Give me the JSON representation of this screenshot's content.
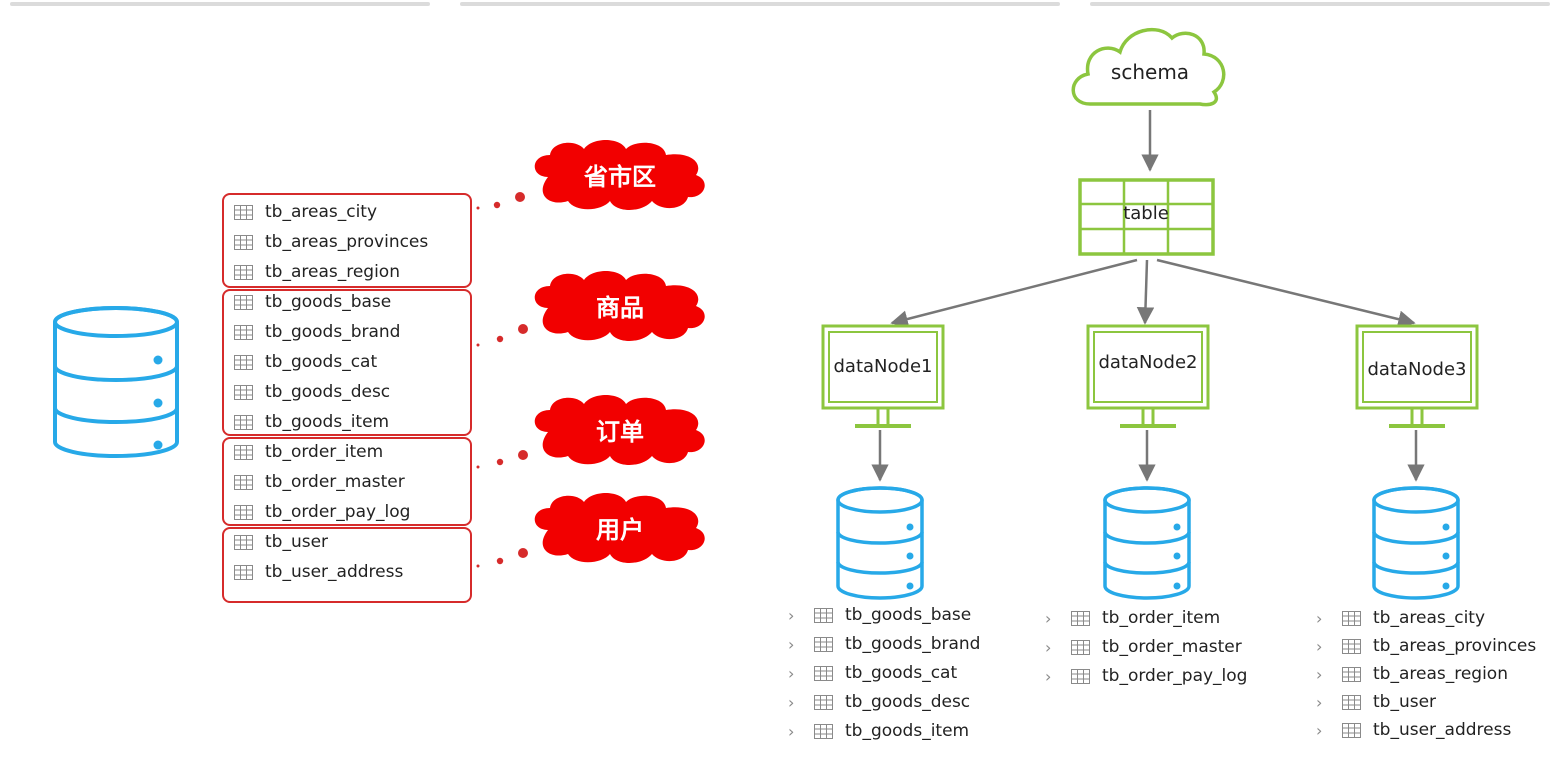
{
  "colors": {
    "group_border": "#d62b2b",
    "cloud_red": "#f20000",
    "db_blue": "#27a9e8",
    "green": "#8cc63f",
    "arrow_gray": "#777777"
  },
  "source_db": {
    "icon": "database-icon",
    "groups": [
      {
        "label": "省市区",
        "tables": [
          "tb_areas_city",
          "tb_areas_provinces",
          "tb_areas_region"
        ]
      },
      {
        "label": "商品",
        "tables": [
          "tb_goods_base",
          "tb_goods_brand",
          "tb_goods_cat",
          "tb_goods_desc",
          "tb_goods_item"
        ]
      },
      {
        "label": "订单",
        "tables": [
          "tb_order_item",
          "tb_order_master",
          "tb_order_pay_log"
        ]
      },
      {
        "label": "用户",
        "tables": [
          "tb_user",
          "tb_user_address"
        ]
      }
    ]
  },
  "schema_tree": {
    "schema_label": "schema",
    "table_label": "table",
    "nodes": [
      {
        "label": "dataNode1",
        "tables": [
          "tb_goods_base",
          "tb_goods_brand",
          "tb_goods_cat",
          "tb_goods_desc",
          "tb_goods_item"
        ]
      },
      {
        "label": "dataNode2",
        "tables": [
          "tb_order_item",
          "tb_order_master",
          "tb_order_pay_log"
        ]
      },
      {
        "label": "dataNode3",
        "tables": [
          "tb_areas_city",
          "tb_areas_provinces",
          "tb_areas_region",
          "tb_user",
          "tb_user_address"
        ]
      }
    ]
  }
}
